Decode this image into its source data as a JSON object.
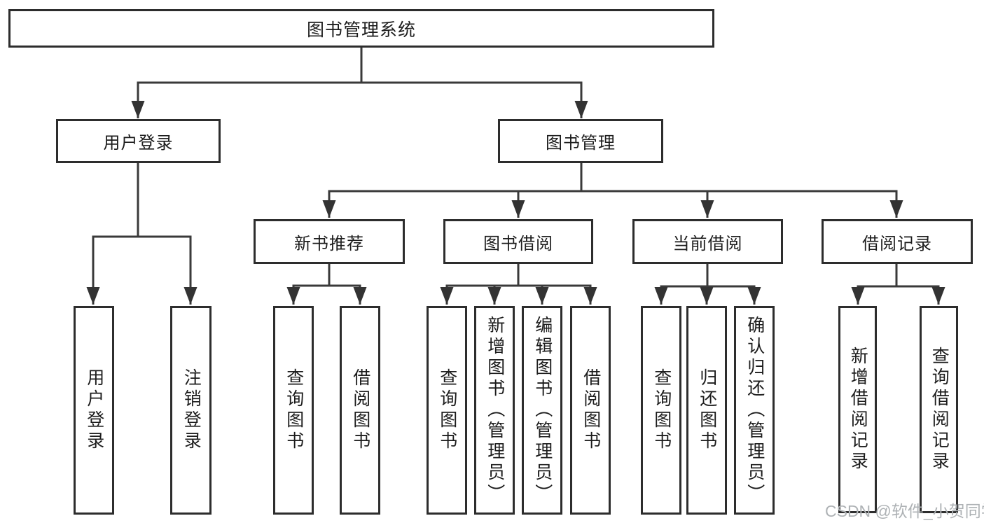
{
  "diagram": {
    "root": {
      "label": "图书管理系统"
    },
    "level2": [
      {
        "label": "用户登录",
        "leaves": [
          {
            "label": "用户登录"
          },
          {
            "label": "注销登录"
          }
        ]
      },
      {
        "label": "图书管理",
        "groups": [
          {
            "label": "新书推荐",
            "leaves": [
              {
                "label": "查询图书"
              },
              {
                "label": "借阅图书"
              }
            ]
          },
          {
            "label": "图书借阅",
            "leaves": [
              {
                "label": "查询图书"
              },
              {
                "label": "新增图书（管理员）"
              },
              {
                "label": "编辑图书（管理员）"
              },
              {
                "label": "借阅图书"
              }
            ]
          },
          {
            "label": "当前借阅",
            "leaves": [
              {
                "label": "查询图书"
              },
              {
                "label": "归还图书"
              },
              {
                "label": "确认归还（管理员）"
              }
            ]
          },
          {
            "label": "借阅记录",
            "leaves": [
              {
                "label": "新增借阅记录"
              },
              {
                "label": "查询借阅记录"
              }
            ]
          }
        ]
      }
    ]
  },
  "watermark": {
    "text": "CSDN @软件_小贺同学"
  },
  "colors": {
    "line": "#3a3a3a",
    "box_border": "#2d2d2d",
    "text": "#1c1c1c",
    "watermark": "#aeb2b5",
    "background": "#ffffff"
  }
}
